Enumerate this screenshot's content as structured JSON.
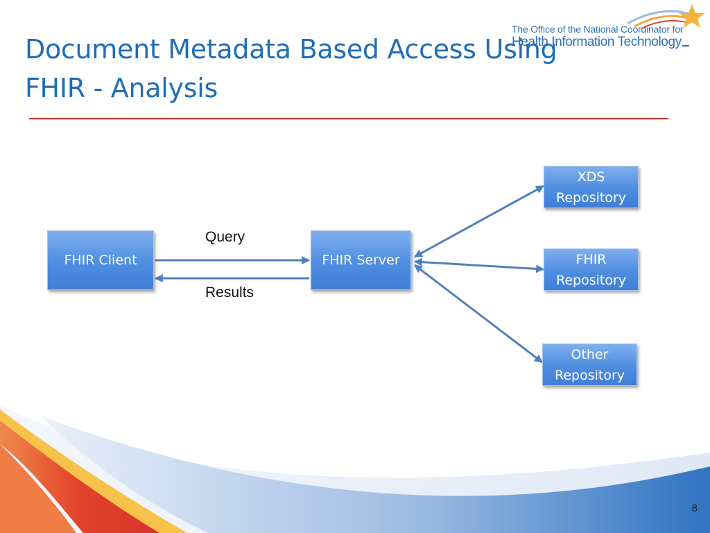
{
  "slide": {
    "title_line_1": "Document Metadata Based Access Using",
    "title_line_2": "FHIR - Analysis",
    "page_number": "8"
  },
  "logo": {
    "line_1": "The Office of the National Coordinator for",
    "line_2": "Health Information Technology"
  },
  "diagram": {
    "nodes": {
      "fhir_client": {
        "label": "FHIR Client"
      },
      "fhir_server": {
        "label": "FHIR Server"
      },
      "xds_repository": {
        "line_1": "XDS",
        "line_2": "Repository"
      },
      "fhir_repository": {
        "line_1": "FHIR",
        "line_2": "Repository"
      },
      "other_repository": {
        "line_1": "Other",
        "line_2": "Repository"
      }
    },
    "edges": {
      "query_label": "Query",
      "results_label": "Results"
    }
  },
  "colors": {
    "title": "#1f6db6",
    "rule": "#d6322f",
    "node_fill": "#4f8de0",
    "connector": "#4f81bd"
  }
}
